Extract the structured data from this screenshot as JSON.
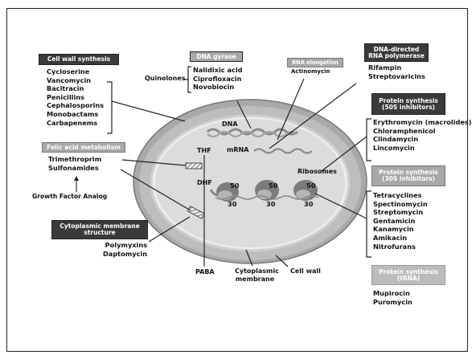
{
  "slide": {
    "cell_wall_synthesis": {
      "header": "Cell wall synthesis",
      "drugs": [
        "Cycloserine",
        "Vancomycin",
        "Bacitracin",
        "Penicillins",
        "Cephalosporins",
        "Monobactams",
        "Carbapenems"
      ]
    },
    "dna_gyrase": {
      "header": "DNA gyrase",
      "class_label": "Quinolones",
      "drugs": [
        "Nalidixic acid",
        "Ciprofloxacin",
        "Novobiocin"
      ]
    },
    "rna_elongation": {
      "header": "RNA elongation",
      "drugs": [
        "Actinomycin"
      ]
    },
    "dna_directed_rna_polymerase": {
      "header": "DNA-directed RNA polymerase",
      "drugs": [
        "Rifampin",
        "Streptovaricins"
      ]
    },
    "protein_synthesis_50s": {
      "header": "Protein synthesis (50S inhibitors)",
      "drugs": [
        "Erythromycin (macrolides)",
        "Chloramphenicol",
        "Clindamycin",
        "Lincomycin"
      ]
    },
    "protein_synthesis_30s": {
      "header": "Protein synthesis (30S inhibitors)",
      "drugs": [
        "Tetracyclines",
        "Spectinomycin",
        "Streptomycin",
        "Gentamicin",
        "Kanamycin",
        "Amikacin",
        "Nitrofurans"
      ]
    },
    "protein_synthesis_trna": {
      "header": "Protein synthesis (tRNA)",
      "drugs": [
        "Mupirocin",
        "Puromycin"
      ]
    },
    "folic_acid_metabolism": {
      "header": "Folic acid metabolism",
      "drugs": [
        "Trimethroprim",
        "Sulfonamides"
      ],
      "annotation": "Growth Factor Analog"
    },
    "cytoplasmic_membrane_structure": {
      "header": "Cytoplasmic membrane structure",
      "drugs": [
        "Polymyxins",
        "Daptomycin"
      ]
    },
    "cell_labels": {
      "dna": "DNA",
      "mrna": "mRNA",
      "thf": "THF",
      "dhf": "DHF",
      "paba": "PABA",
      "ribosomes": "Ribosomes",
      "cytoplasmic_membrane": "Cytoplasmic membrane",
      "cell_wall": "Cell wall"
    },
    "ribosome_units": {
      "large": "50",
      "small": "30"
    },
    "colors": {
      "cell_wall_fill": "#a9a9a9",
      "cytoplasm_fill": "#dcdcdc",
      "dark_header": "#3a3a3a",
      "light_header": "#a8a8a8"
    }
  }
}
